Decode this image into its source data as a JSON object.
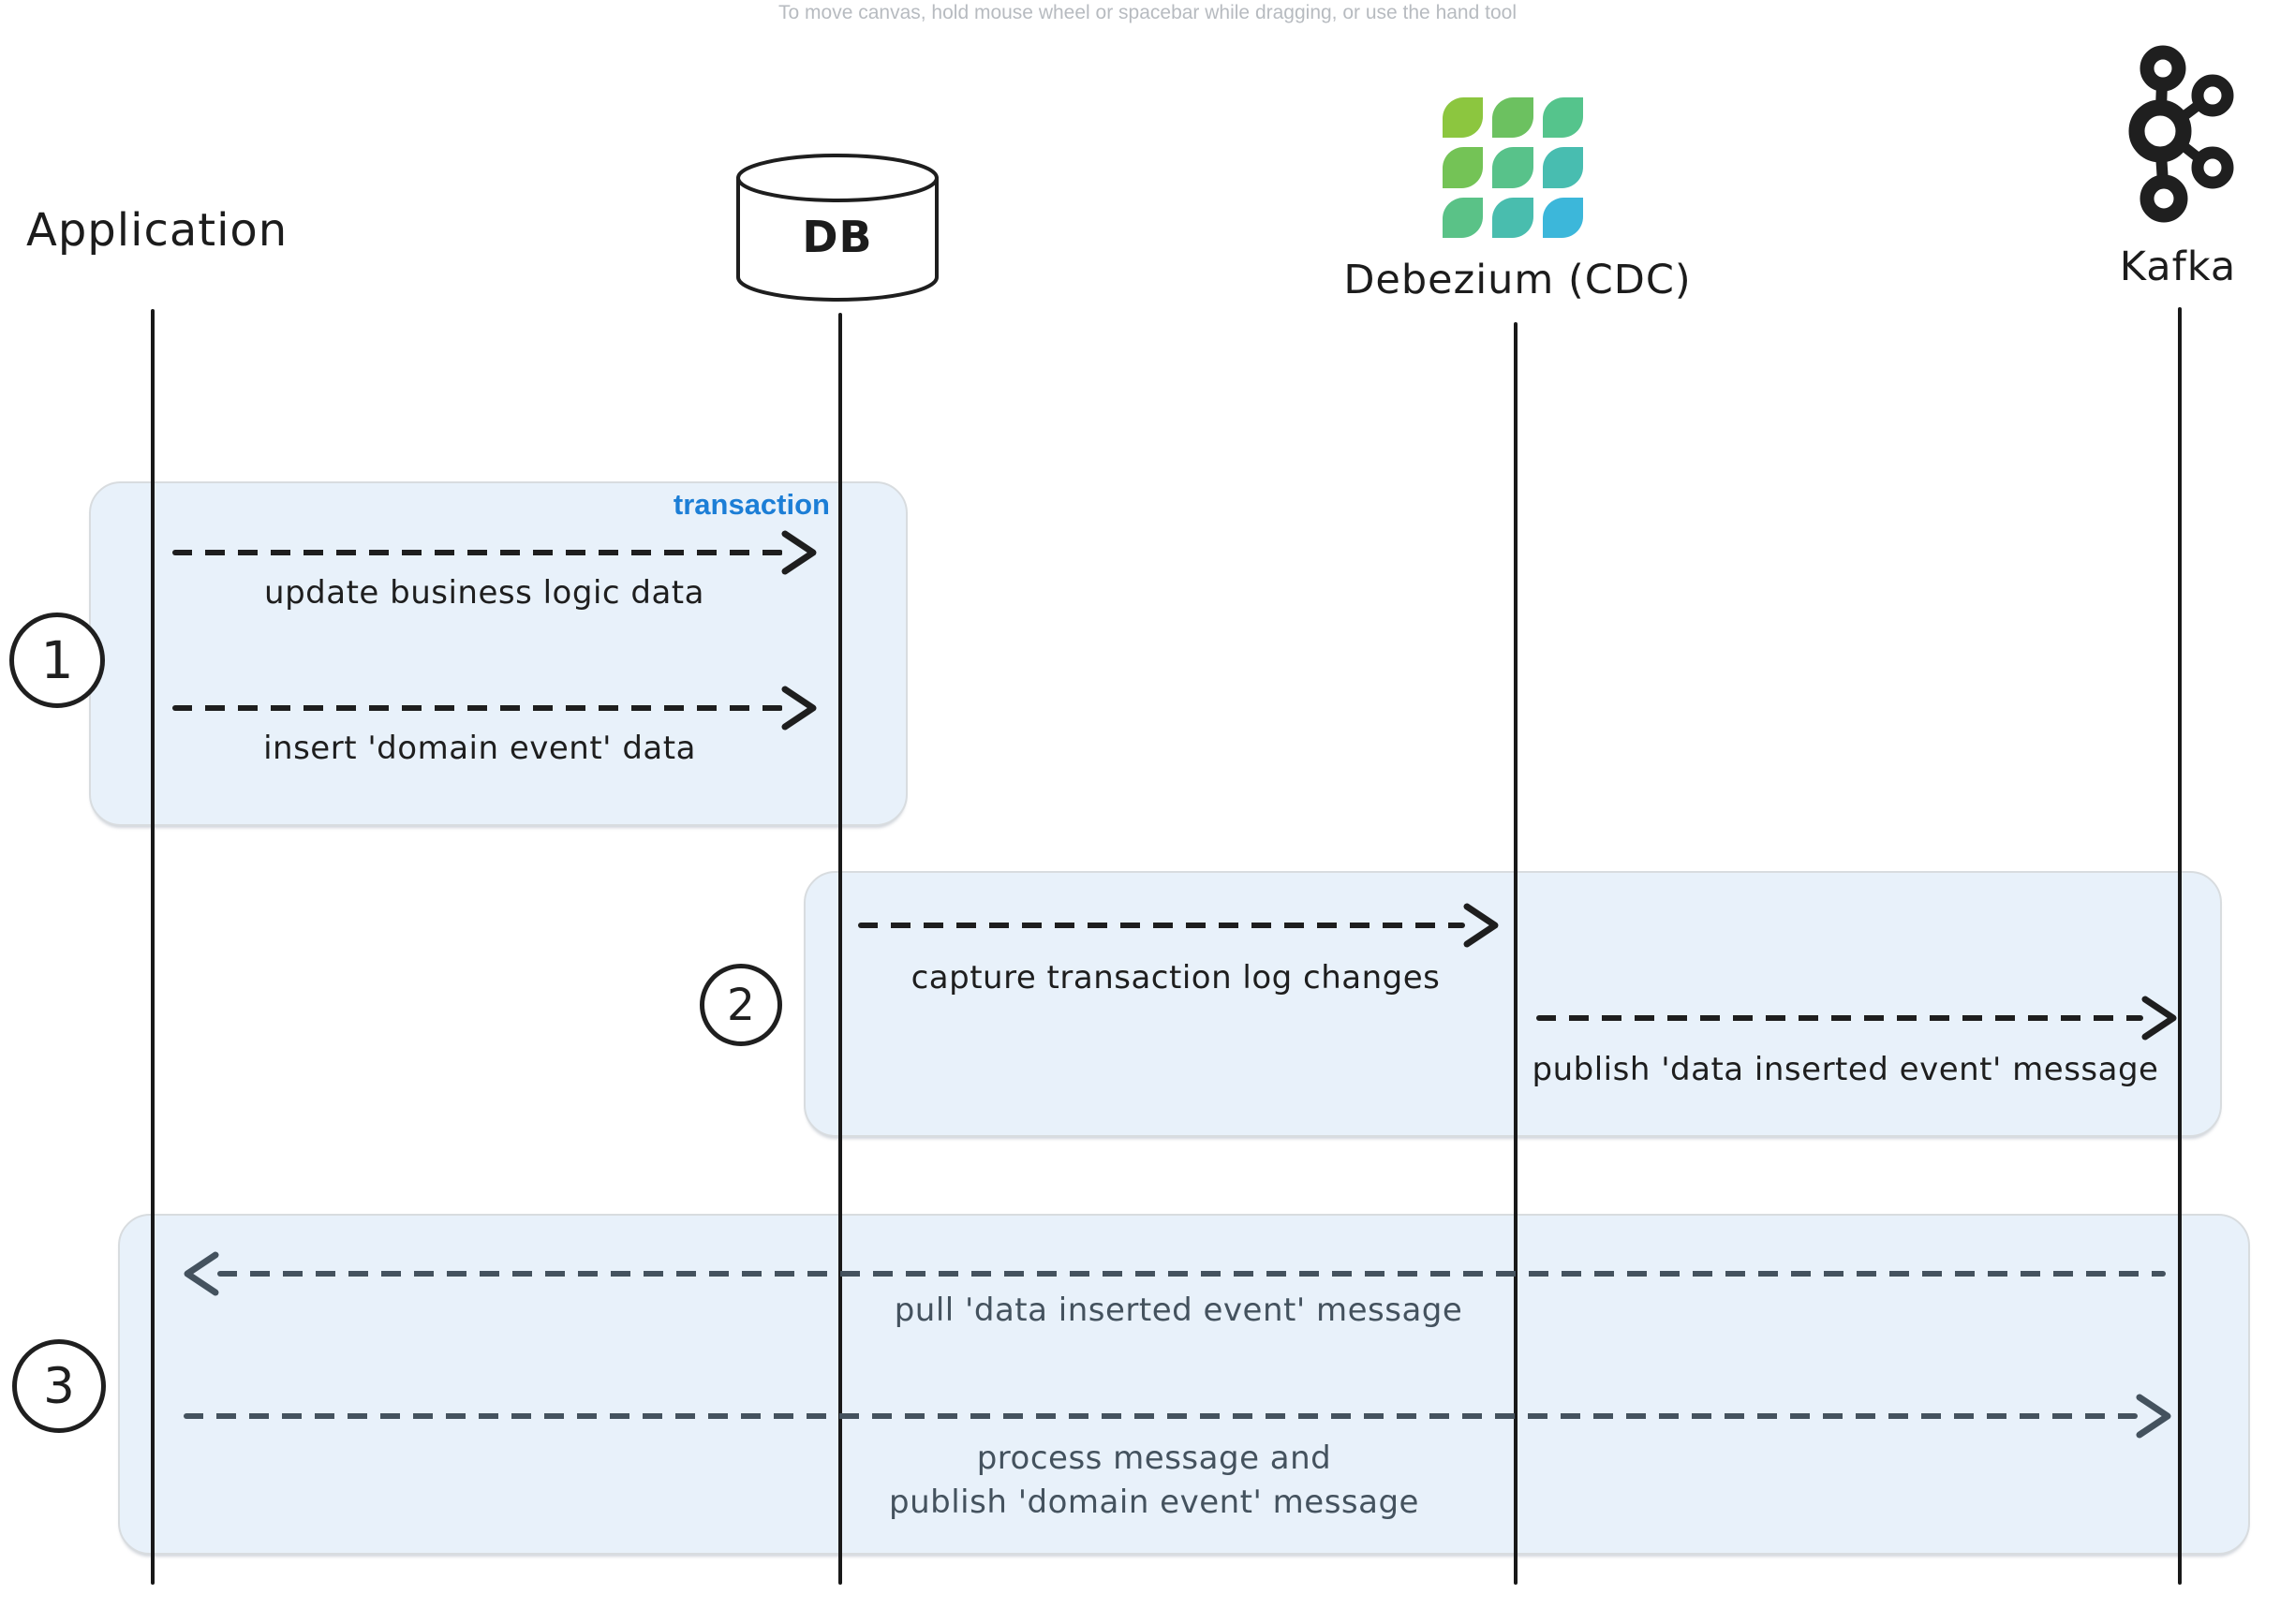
{
  "canvas": {
    "hint": "To move canvas, hold mouse wheel or spacebar while dragging, or use the hand tool"
  },
  "actors": [
    {
      "id": "application",
      "label": "Application",
      "icon": "none"
    },
    {
      "id": "db",
      "label": "DB",
      "icon": "database-cylinder-icon"
    },
    {
      "id": "debezium",
      "label": "Debezium (CDC)",
      "icon": "debezium-waves-logo"
    },
    {
      "id": "kafka",
      "label": "Kafka",
      "icon": "kafka-nodes-logo"
    }
  ],
  "steps": [
    {
      "number": "1",
      "frame_label": "transaction",
      "messages": [
        {
          "from": "application",
          "to": "db",
          "text": "update business logic data"
        },
        {
          "from": "application",
          "to": "db",
          "text": "insert 'domain event' data"
        }
      ]
    },
    {
      "number": "2",
      "messages": [
        {
          "from": "db",
          "to": "debezium",
          "text": "capture transaction log changes"
        },
        {
          "from": "debezium",
          "to": "kafka",
          "text": "publish 'data inserted event' message"
        }
      ]
    },
    {
      "number": "3",
      "messages": [
        {
          "from": "kafka",
          "to": "application",
          "text": "pull 'data inserted event' message"
        },
        {
          "from": "application",
          "to": "kafka",
          "line1": "process message and",
          "line2": "publish 'domain event' message"
        }
      ]
    }
  ],
  "colors": {
    "frame_fill": "#e8f1fa",
    "frame_border": "#d8dcdf",
    "transaction_label_blue": "#1c7ed6",
    "ink": "#1e1e1e",
    "step3_ink": "#44525e",
    "hint_gray": "#b7bbc0",
    "debezium_green": "#8cc63f",
    "debezium_blue": "#3cb7da"
  }
}
